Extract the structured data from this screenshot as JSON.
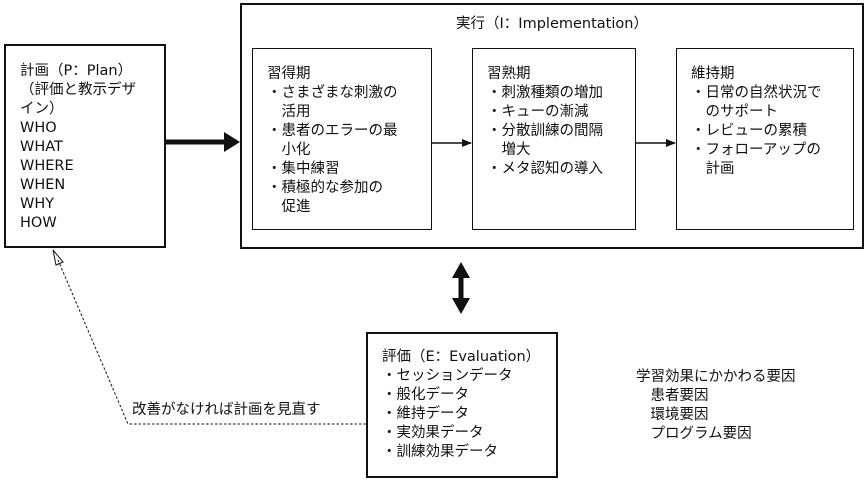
{
  "plan": {
    "lines": [
      "計画（P：Plan）",
      "（評価と教示デザ",
      "イン）",
      "WHO",
      "WHAT",
      "WHERE",
      "WHEN",
      "WHY",
      "HOW"
    ]
  },
  "implementation": {
    "title": "実行（I：Implementation）",
    "acquisition": {
      "lines": [
        "習得期",
        "・さまざまな刺激の",
        "　活用",
        "・患者のエラーの最",
        "　小化",
        "・集中練習",
        "・積極的な参加の",
        "　促進"
      ]
    },
    "mastery": {
      "lines": [
        "習熟期",
        "・刺激種類の増加",
        "・キューの漸減",
        "・分散訓練の間隔",
        "　増大",
        "・メタ認知の導入"
      ]
    },
    "maintenance": {
      "lines": [
        "維持期",
        "・日常の自然状況で",
        "　のサポート",
        "・レビューの累積",
        "・フォローアップの",
        "　計画"
      ]
    }
  },
  "evaluation": {
    "lines": [
      "評価（E：Evaluation）",
      "・セッションデータ",
      "・般化データ",
      "・維持データ",
      "・実効果データ",
      "・訓練効果データ"
    ]
  },
  "feedback_label": "改善がなければ計画を見直す",
  "factors": {
    "lines": [
      "学習効果にかかわる要因",
      "　患者要因",
      "　環境要因",
      "　プログラム要因"
    ]
  }
}
